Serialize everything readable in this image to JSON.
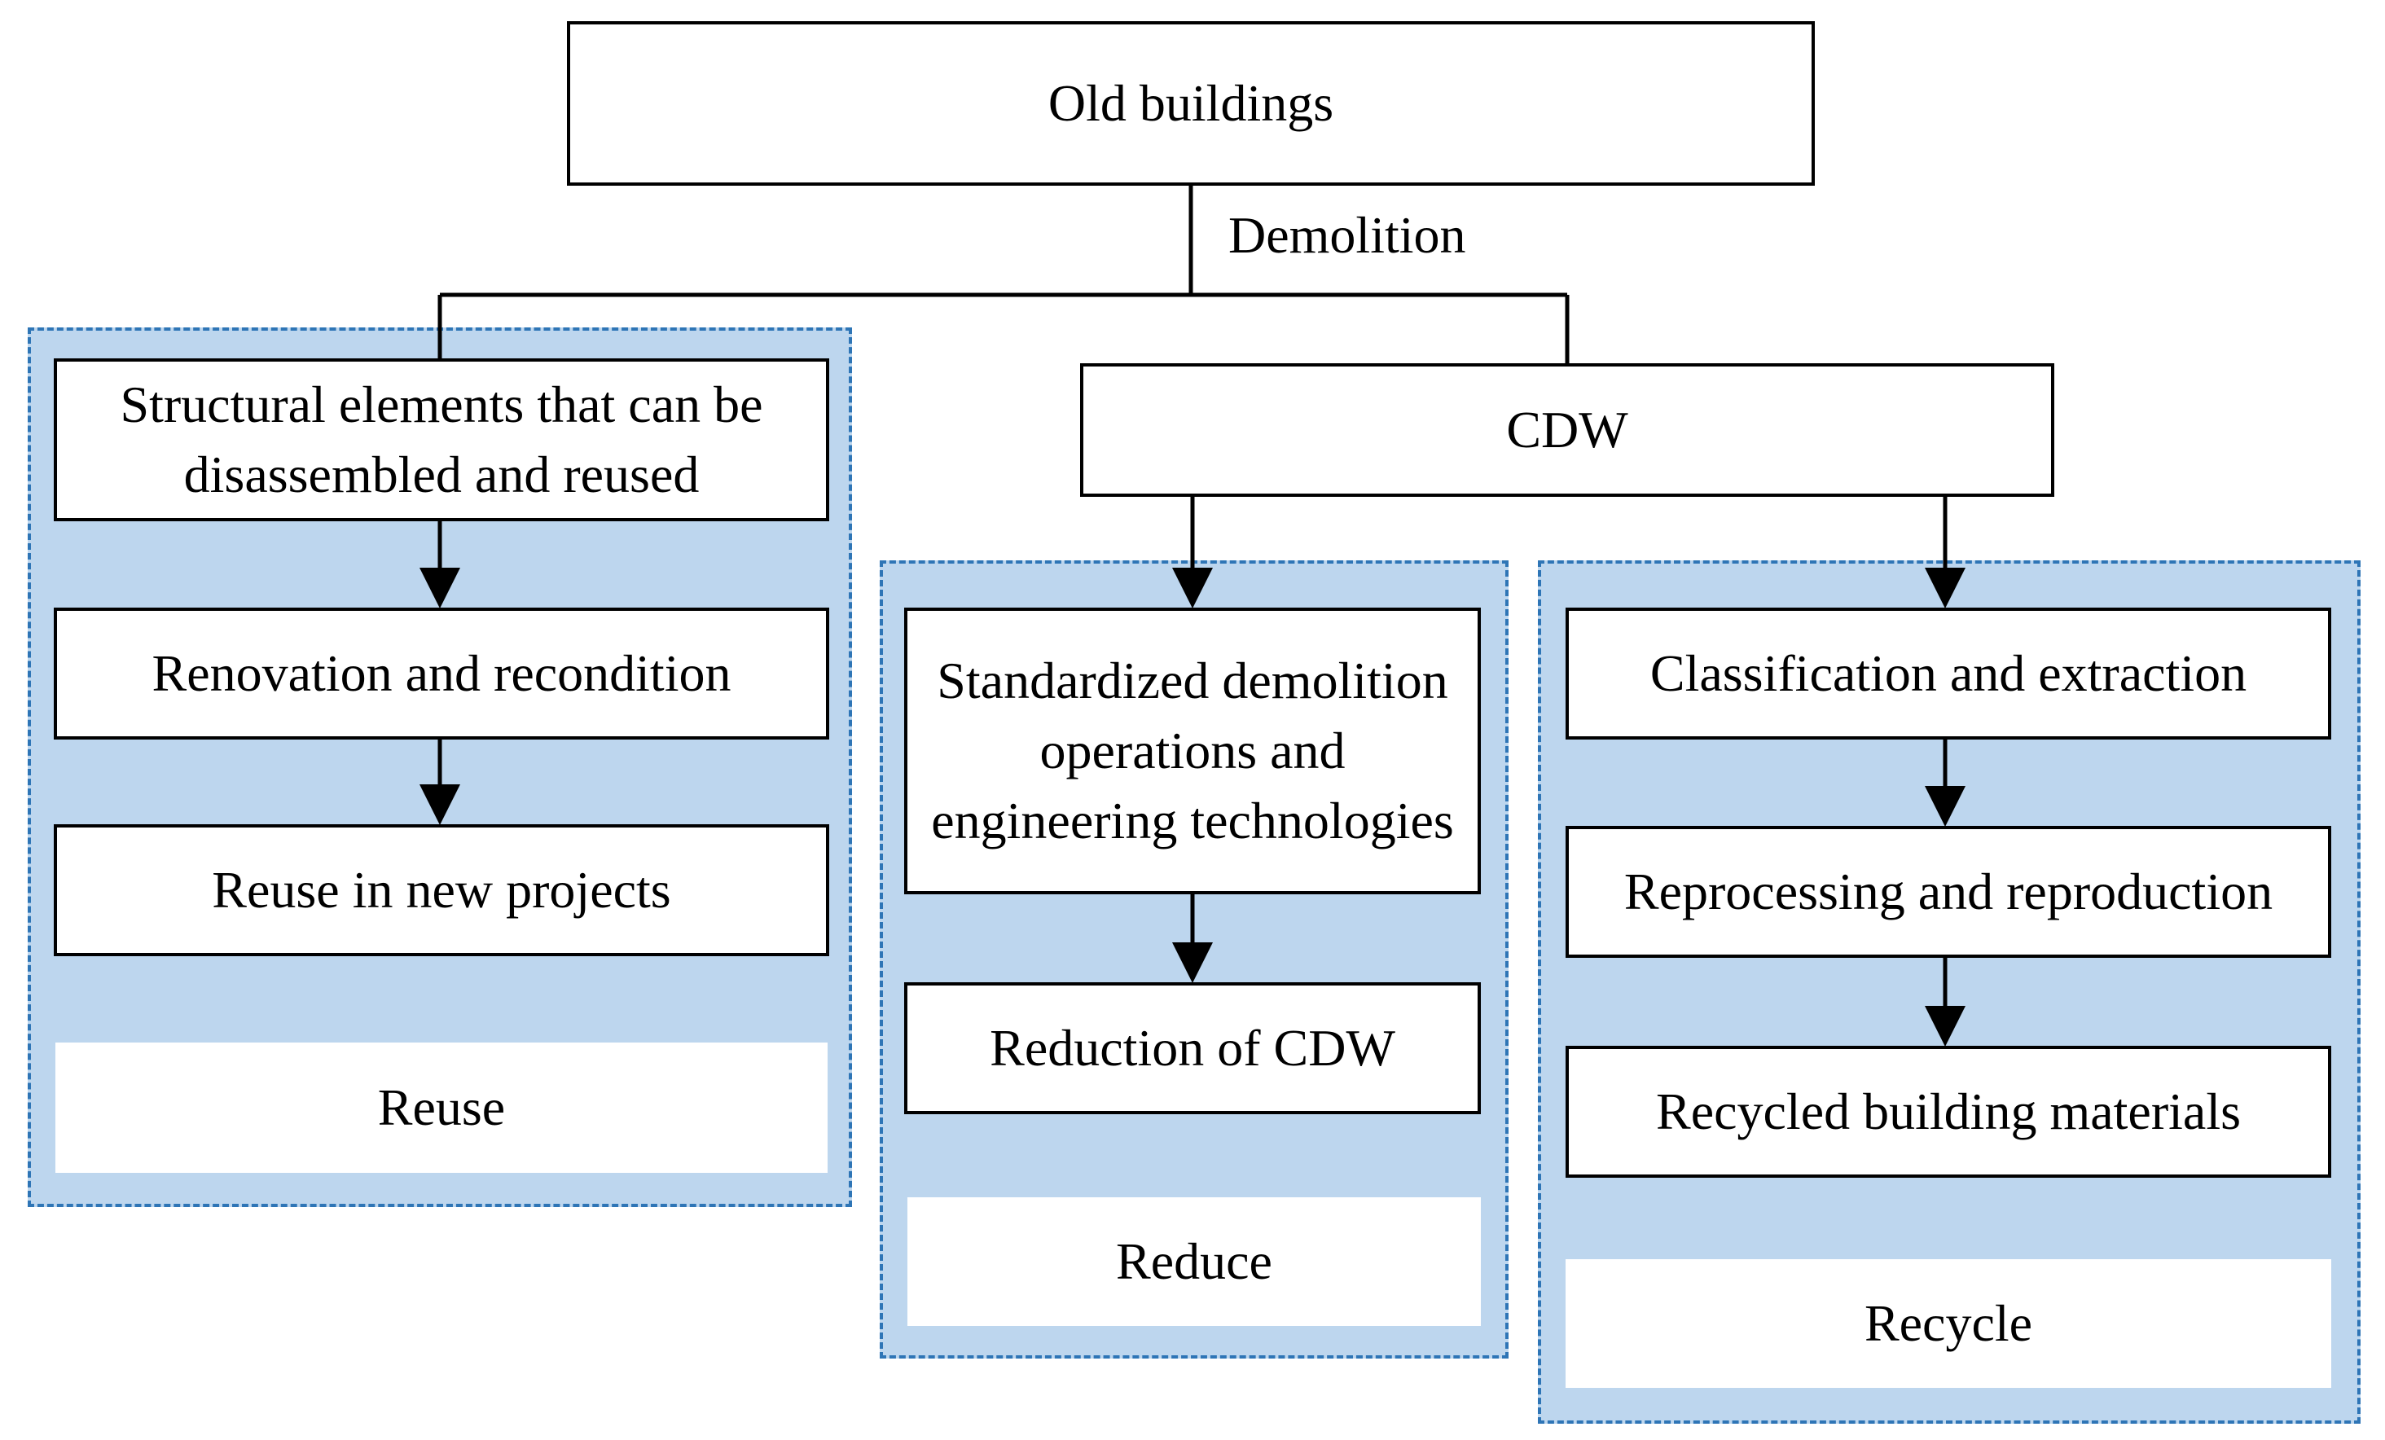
{
  "nodes": {
    "old_buildings": "Old buildings",
    "structural": "Structural elements that can be disassembled and reused",
    "cdw": "CDW",
    "renovation": "Renovation and recondition",
    "reuse_new": "Reuse in new projects",
    "standardized": "Standardized demolition operations and engineering technologies",
    "reduction": "Reduction of CDW",
    "classification": "Classification and extraction",
    "reprocessing": "Reprocessing and reproduction",
    "recycled_materials": "Recycled building materials"
  },
  "edge_labels": {
    "demolition": "Demolition"
  },
  "groups": {
    "reuse": "Reuse",
    "reduce": "Reduce",
    "recycle": "Recycle"
  },
  "colors": {
    "group_fill": "#bdd6ee",
    "group_border": "#2e75b6",
    "node_border": "#000000"
  }
}
